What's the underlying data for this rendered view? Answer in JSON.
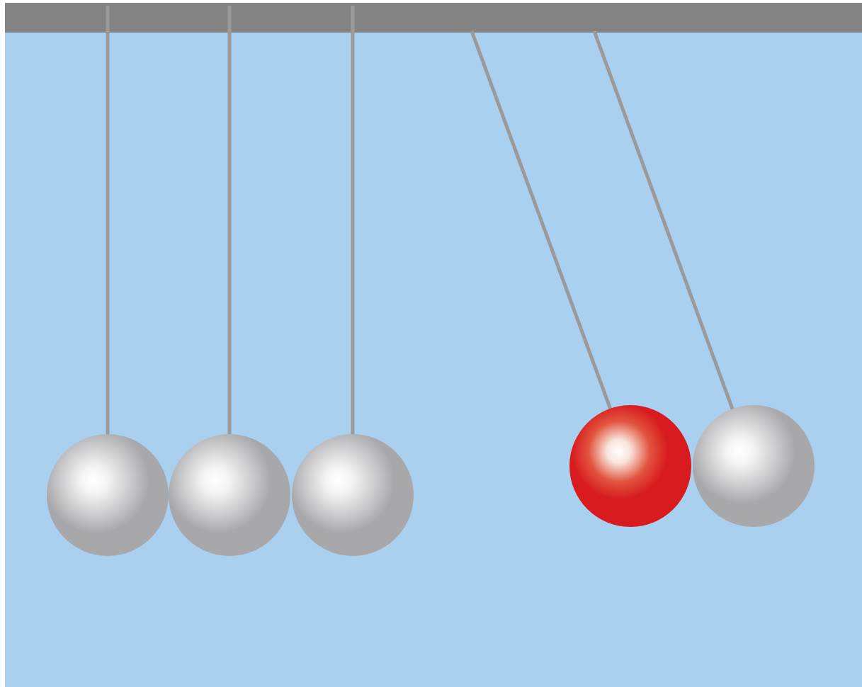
{
  "colors": {
    "background": "#a9d1ef",
    "frame_bar": "#838383",
    "string": "#9a9a9a",
    "ball_steel": "#a8a8aa",
    "ball_highlight": "#ffffff",
    "ball_highlighted_red": "#d81b1e"
  },
  "balls": [
    {
      "name": "ball-1",
      "state": "resting",
      "color": "steel"
    },
    {
      "name": "ball-2",
      "state": "resting",
      "color": "steel"
    },
    {
      "name": "ball-3",
      "state": "resting",
      "color": "steel"
    },
    {
      "name": "ball-4",
      "state": "swinging",
      "color": "red"
    },
    {
      "name": "ball-5",
      "state": "swinging",
      "color": "steel"
    }
  ]
}
